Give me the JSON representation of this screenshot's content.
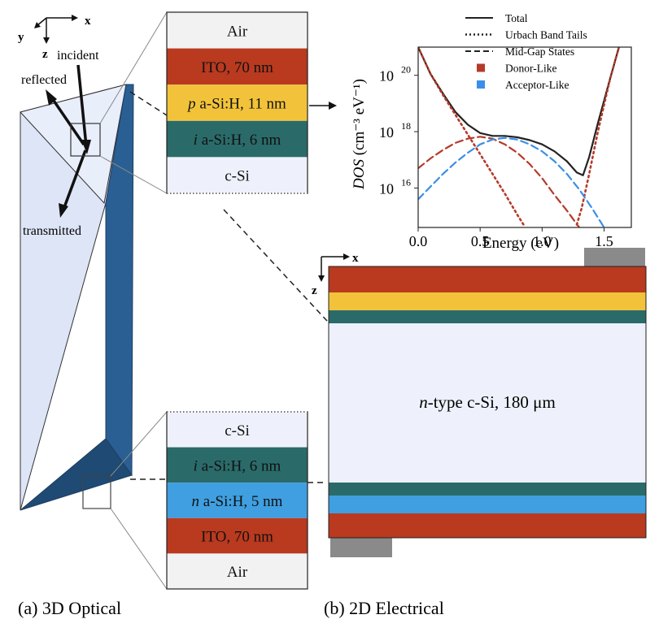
{
  "colors": {
    "ito": "#b93a1f",
    "p_asi": "#f2c33a",
    "i_asi": "#2a6b6a",
    "n_asi": "#3f9fe0",
    "csi": "#eef1fb",
    "air": "#f3f2f2",
    "contact": "#8a8a8a",
    "pyramid_face": "#dde5f7",
    "pyramid_side": "#2a5f93",
    "pyramid_dark": "#1e4a73",
    "donor": "#b53a2a",
    "acceptor": "#3a8fe8"
  },
  "optical": {
    "axes": {
      "x": "x",
      "y": "y",
      "z": "z"
    },
    "labels": {
      "incident": "incident",
      "reflected": "reflected",
      "transmitted": "transmitted"
    },
    "caption": "(a) 3D Optical"
  },
  "top_stack": [
    {
      "name": "air",
      "prefix": "",
      "text": "Air"
    },
    {
      "name": "ito",
      "prefix": "",
      "text": "ITO, 70 nm"
    },
    {
      "name": "p-asi",
      "prefix": "p",
      "text": " a-Si:H, 11 nm"
    },
    {
      "name": "i-asi",
      "prefix": "i",
      "text": " a-Si:H, 6 nm"
    },
    {
      "name": "csi",
      "prefix": "",
      "text": "c-Si"
    }
  ],
  "bottom_stack": [
    {
      "name": "csi",
      "prefix": "",
      "text": "c-Si"
    },
    {
      "name": "i-asi",
      "prefix": "i",
      "text": " a-Si:H, 6 nm"
    },
    {
      "name": "n-asi",
      "prefix": "n",
      "text": " a-Si:H, 5 nm"
    },
    {
      "name": "ito",
      "prefix": "",
      "text": "ITO, 70 nm"
    },
    {
      "name": "air",
      "prefix": "",
      "text": "Air"
    }
  ],
  "electrical": {
    "axes": {
      "x": "x",
      "z": "z"
    },
    "bulk_prefix": "n",
    "bulk_text": "-type c-Si, 180 μm",
    "caption": "(b) 2D Electrical"
  },
  "chart_data": {
    "type": "line",
    "title": "",
    "xlabel": "Energy (eV)",
    "ylabel_prefix": "DOS",
    "ylabel_unit": "(cm⁻³ eV⁻¹)",
    "xlim": [
      0,
      1.72
    ],
    "ylim_log10": [
      14.6,
      21
    ],
    "xticks": [
      0.0,
      0.5,
      1.0,
      1.5
    ],
    "xtick_labels": [
      "0.0",
      "0.5",
      "1.0",
      "1.5"
    ],
    "yticks_log10": [
      16,
      18,
      20
    ],
    "ytick_labels": [
      "10",
      "10",
      "10"
    ],
    "ytick_exponents": [
      "16",
      "18",
      "20"
    ],
    "legend": {
      "position": "top-right",
      "entries": [
        {
          "label": "Total",
          "style": "solid",
          "color": "#222222"
        },
        {
          "label": "Urbach Band Tails",
          "style": "dotted",
          "color": "#222222"
        },
        {
          "label": "Mid-Gap States",
          "style": "dashed",
          "color": "#222222"
        },
        {
          "label": "Donor-Like",
          "style": "square",
          "color": "#b53a2a"
        },
        {
          "label": "Acceptor-Like",
          "style": "square",
          "color": "#3a8fe8"
        }
      ]
    },
    "series": [
      {
        "name": "Total",
        "style": "solid",
        "color": "#222222",
        "x": [
          0.0,
          0.1,
          0.2,
          0.3,
          0.4,
          0.5,
          0.6,
          0.7,
          0.8,
          0.9,
          1.0,
          1.1,
          1.2,
          1.28,
          1.33,
          1.38,
          1.45,
          1.55,
          1.62
        ],
        "log10_y": [
          21.0,
          20.05,
          19.35,
          18.7,
          18.25,
          17.95,
          17.85,
          17.85,
          17.8,
          17.7,
          17.55,
          17.3,
          16.95,
          16.55,
          16.45,
          17.1,
          18.3,
          19.9,
          21.0
        ]
      },
      {
        "name": "Urbach Band Tails (valence, donor-like)",
        "style": "dotted",
        "color": "#b53a2a",
        "x": [
          0.0,
          0.1,
          0.2,
          0.3,
          0.4,
          0.5,
          0.6,
          0.7,
          0.8,
          0.85
        ],
        "log10_y": [
          21.0,
          20.05,
          19.3,
          18.6,
          17.9,
          17.2,
          16.5,
          15.8,
          15.05,
          14.7
        ]
      },
      {
        "name": "Urbach Band Tails (conduction, acceptor-like)",
        "style": "dotted",
        "color": "#b53a2a",
        "x": [
          1.28,
          1.32,
          1.38,
          1.45,
          1.55,
          1.62
        ],
        "log10_y": [
          14.7,
          15.3,
          16.5,
          18.0,
          19.9,
          21.0
        ]
      },
      {
        "name": "Donor-Like",
        "style": "dashed",
        "color": "#b53a2a",
        "x": [
          0.0,
          0.1,
          0.2,
          0.3,
          0.4,
          0.5,
          0.6,
          0.7,
          0.8,
          0.9,
          1.0,
          1.1,
          1.2,
          1.3
        ],
        "log10_y": [
          16.7,
          17.05,
          17.35,
          17.6,
          17.75,
          17.82,
          17.75,
          17.55,
          17.25,
          16.85,
          16.35,
          15.75,
          15.2,
          14.6
        ]
      },
      {
        "name": "Acceptor-Like",
        "style": "dashed",
        "color": "#3a8fe8",
        "x": [
          0.0,
          0.1,
          0.2,
          0.3,
          0.4,
          0.5,
          0.6,
          0.7,
          0.8,
          0.9,
          1.0,
          1.1,
          1.2,
          1.3,
          1.4,
          1.5
        ],
        "log10_y": [
          15.6,
          16.05,
          16.5,
          16.9,
          17.25,
          17.55,
          17.72,
          17.78,
          17.72,
          17.55,
          17.3,
          16.95,
          16.5,
          15.95,
          15.3,
          14.6
        ]
      }
    ]
  }
}
